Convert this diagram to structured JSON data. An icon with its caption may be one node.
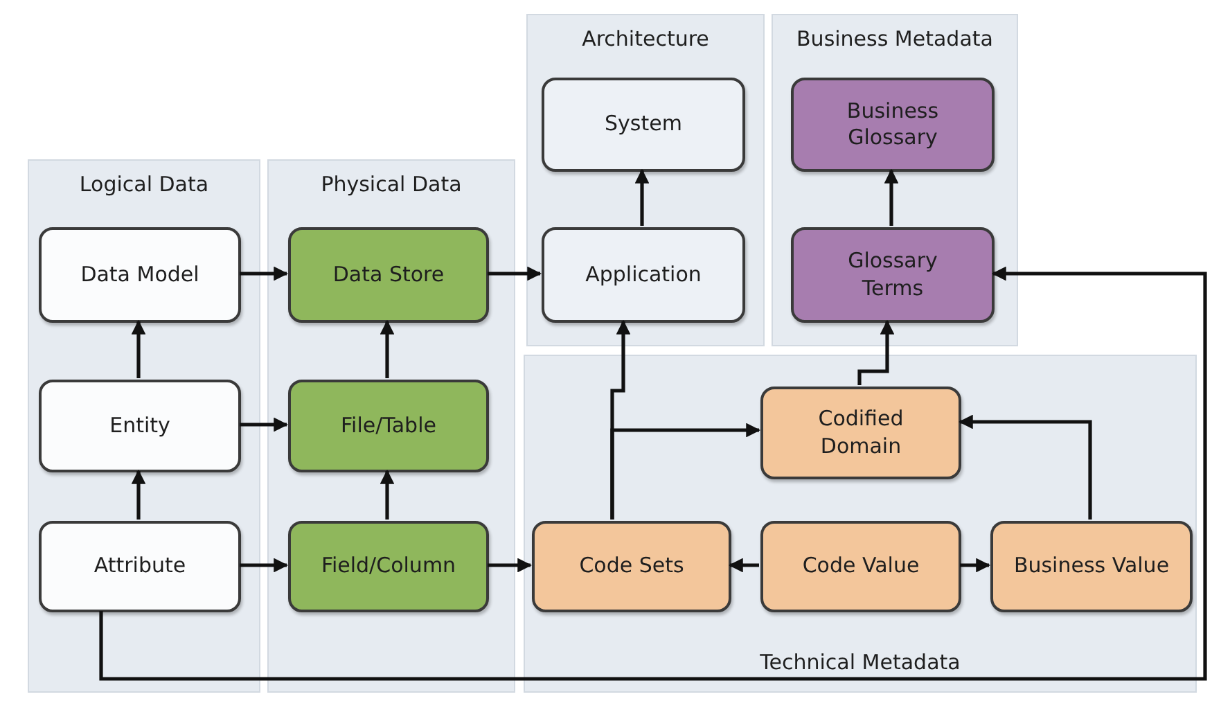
{
  "diagram": {
    "nodes": [
      {
        "text": [
          "Logical Data"
        ]
      },
      {
        "text": [
          "Data Model"
        ],
        "in": 0
      },
      {
        "text": [
          "Entity"
        ],
        "in": 0
      },
      {
        "text": [
          "Attribute"
        ],
        "in": 0
      },
      {
        "text": [
          "Physical Data"
        ]
      },
      {
        "text": [
          "Data Store"
        ],
        "in": 4
      },
      {
        "text": [
          "File/Table"
        ],
        "in": 4
      },
      {
        "text": [
          "Field/Column"
        ],
        "in": 4
      },
      {
        "text": [
          "Architecture"
        ]
      },
      {
        "text": [
          "System"
        ],
        "in": 8
      },
      {
        "text": [
          "Application"
        ],
        "in": 8
      },
      {
        "text": [
          "Business Metadata"
        ]
      },
      {
        "text": [
          "Business Glossary"
        ],
        "in": 11
      },
      {
        "text": [
          "Glossary Terms"
        ],
        "in": 11
      },
      {
        "text": [
          "Technical Metadata"
        ]
      },
      {
        "text": [
          "Codified Domain"
        ],
        "in": 14
      },
      {
        "text": [
          "Code Sets"
        ],
        "in": 14
      },
      {
        "text": [
          "Code Value"
        ],
        "in": 14
      },
      {
        "text": [
          "Business Value"
        ],
        "in": 14
      }
    ],
    "edges": [
      {
        "from": 1,
        "to": 5,
        "arrow": "to"
      },
      {
        "from": 2,
        "to": 1,
        "arrow": "to"
      },
      {
        "from": 2,
        "to": 6,
        "arrow": "to"
      },
      {
        "from": 3,
        "to": 2,
        "arrow": "to"
      },
      {
        "from": 3,
        "to": 7,
        "arrow": "to"
      },
      {
        "from": 6,
        "to": 5,
        "arrow": "to"
      },
      {
        "from": 7,
        "to": 6,
        "arrow": "to"
      },
      {
        "from": 5,
        "to": 10,
        "arrow": "to"
      },
      {
        "from": 10,
        "to": 9,
        "arrow": "to"
      },
      {
        "from": 13,
        "to": 12,
        "arrow": "to"
      },
      {
        "from": 7,
        "to": 16,
        "arrow": "to"
      },
      {
        "from": 16,
        "to": 10,
        "arrow": "to"
      },
      {
        "from": 16,
        "to": 15,
        "arrow": "to"
      },
      {
        "from": 15,
        "to": 13,
        "arrow": "to"
      },
      {
        "from": 17,
        "to": 16,
        "arrow": "to"
      },
      {
        "from": 17,
        "to": 18,
        "arrow": "to"
      },
      {
        "from": 18,
        "to": 15,
        "arrow": "to"
      },
      {
        "from": 3,
        "to": 13,
        "arrow": "to"
      }
    ]
  }
}
